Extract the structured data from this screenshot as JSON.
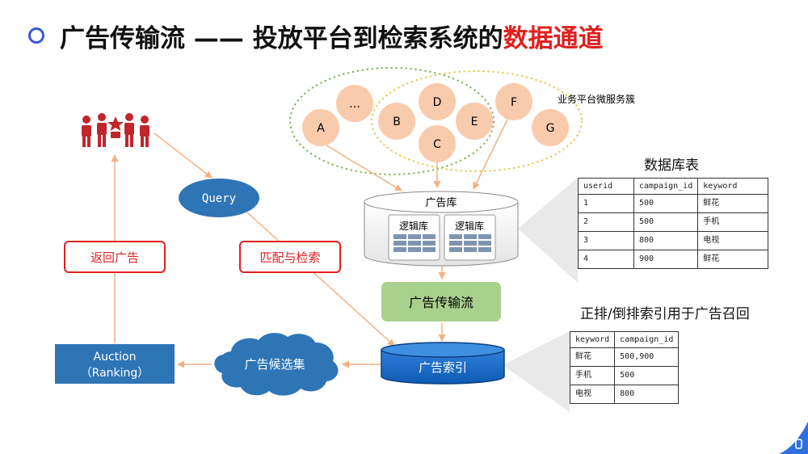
{
  "title": {
    "main": "广告传输流 —— 投放平台到检索系统的",
    "highlight": "数据通道"
  },
  "cluster_label": "业务平台微服务簇",
  "services": [
    "A",
    "…",
    "B",
    "D",
    "C",
    "E",
    "F",
    "G"
  ],
  "ad_db": {
    "title": "广告库",
    "logical_db_1": "逻辑库",
    "logical_db_2": "逻辑库"
  },
  "transport_box": "广告传输流",
  "index_db": "广告索引",
  "candidates": "广告候选集",
  "auction": {
    "line1": "Auction",
    "line2": "（Ranking）"
  },
  "query": "Query",
  "match_label": "匹配与检索",
  "return_label": "返回广告",
  "db_table": {
    "caption": "数据库表",
    "headers": [
      "userid",
      "campaign_id",
      "keyword"
    ],
    "rows": [
      [
        "1",
        "500",
        "鲜花"
      ],
      [
        "2",
        "500",
        "手机"
      ],
      [
        "3",
        "800",
        "电视"
      ],
      [
        "4",
        "900",
        "鲜花"
      ]
    ]
  },
  "index_table": {
    "caption": "正排/倒排索引用于广告召回",
    "headers": [
      "keyword",
      "campaign_id"
    ],
    "rows": [
      [
        "鲜花",
        "500,900"
      ],
      [
        "手机",
        "500"
      ],
      [
        "电视",
        "800"
      ]
    ]
  },
  "colors": {
    "accent": "#3a57d6",
    "highlight": "#e02020",
    "blue": "#2e75b6",
    "peach": "#f8cbad",
    "green": "#a9d18e"
  }
}
